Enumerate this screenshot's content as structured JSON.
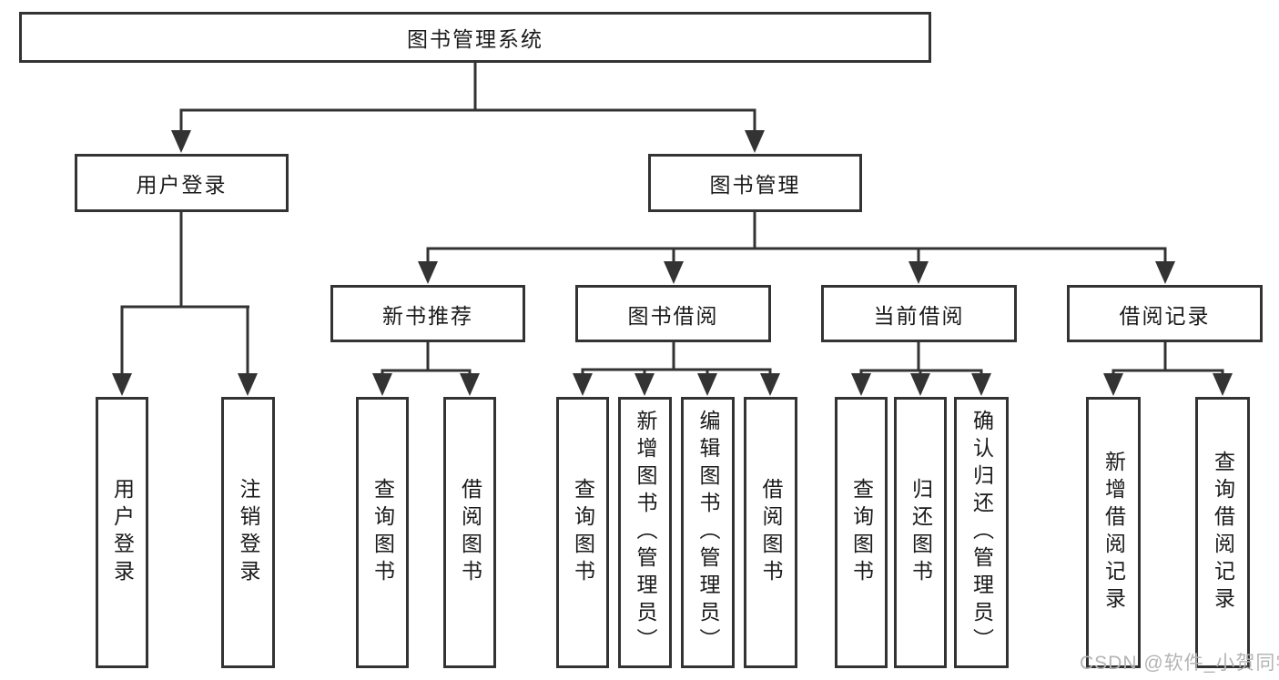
{
  "diagram": {
    "root": {
      "label": "图书管理系统"
    },
    "branches": [
      {
        "label": "用户登录",
        "children": [
          {
            "label": "用户登录"
          },
          {
            "label": "注销登录"
          }
        ]
      },
      {
        "label": "图书管理",
        "sections": [
          {
            "label": "新书推荐",
            "children": [
              {
                "label": "查询图书"
              },
              {
                "label": "借阅图书"
              }
            ]
          },
          {
            "label": "图书借阅",
            "children": [
              {
                "label": "查询图书"
              },
              {
                "label": "新增图书（管理员）"
              },
              {
                "label": "编辑图书（管理员）"
              },
              {
                "label": "借阅图书"
              }
            ]
          },
          {
            "label": "当前借阅",
            "children": [
              {
                "label": "查询图书"
              },
              {
                "label": "归还图书"
              },
              {
                "label": "确认归还（管理员）"
              }
            ]
          },
          {
            "label": "借阅记录",
            "children": [
              {
                "label": "新增借阅记录"
              },
              {
                "label": "查询借阅记录"
              }
            ]
          }
        ]
      }
    ]
  },
  "watermark": {
    "text": "CSDN @软件_小贺同学"
  },
  "colors": {
    "line": "#333333",
    "box_border": "#333333",
    "box_fill": "#ffffff",
    "text": "#1a1a1a",
    "watermark": "#b4b4b4",
    "background": "#ffffff"
  }
}
